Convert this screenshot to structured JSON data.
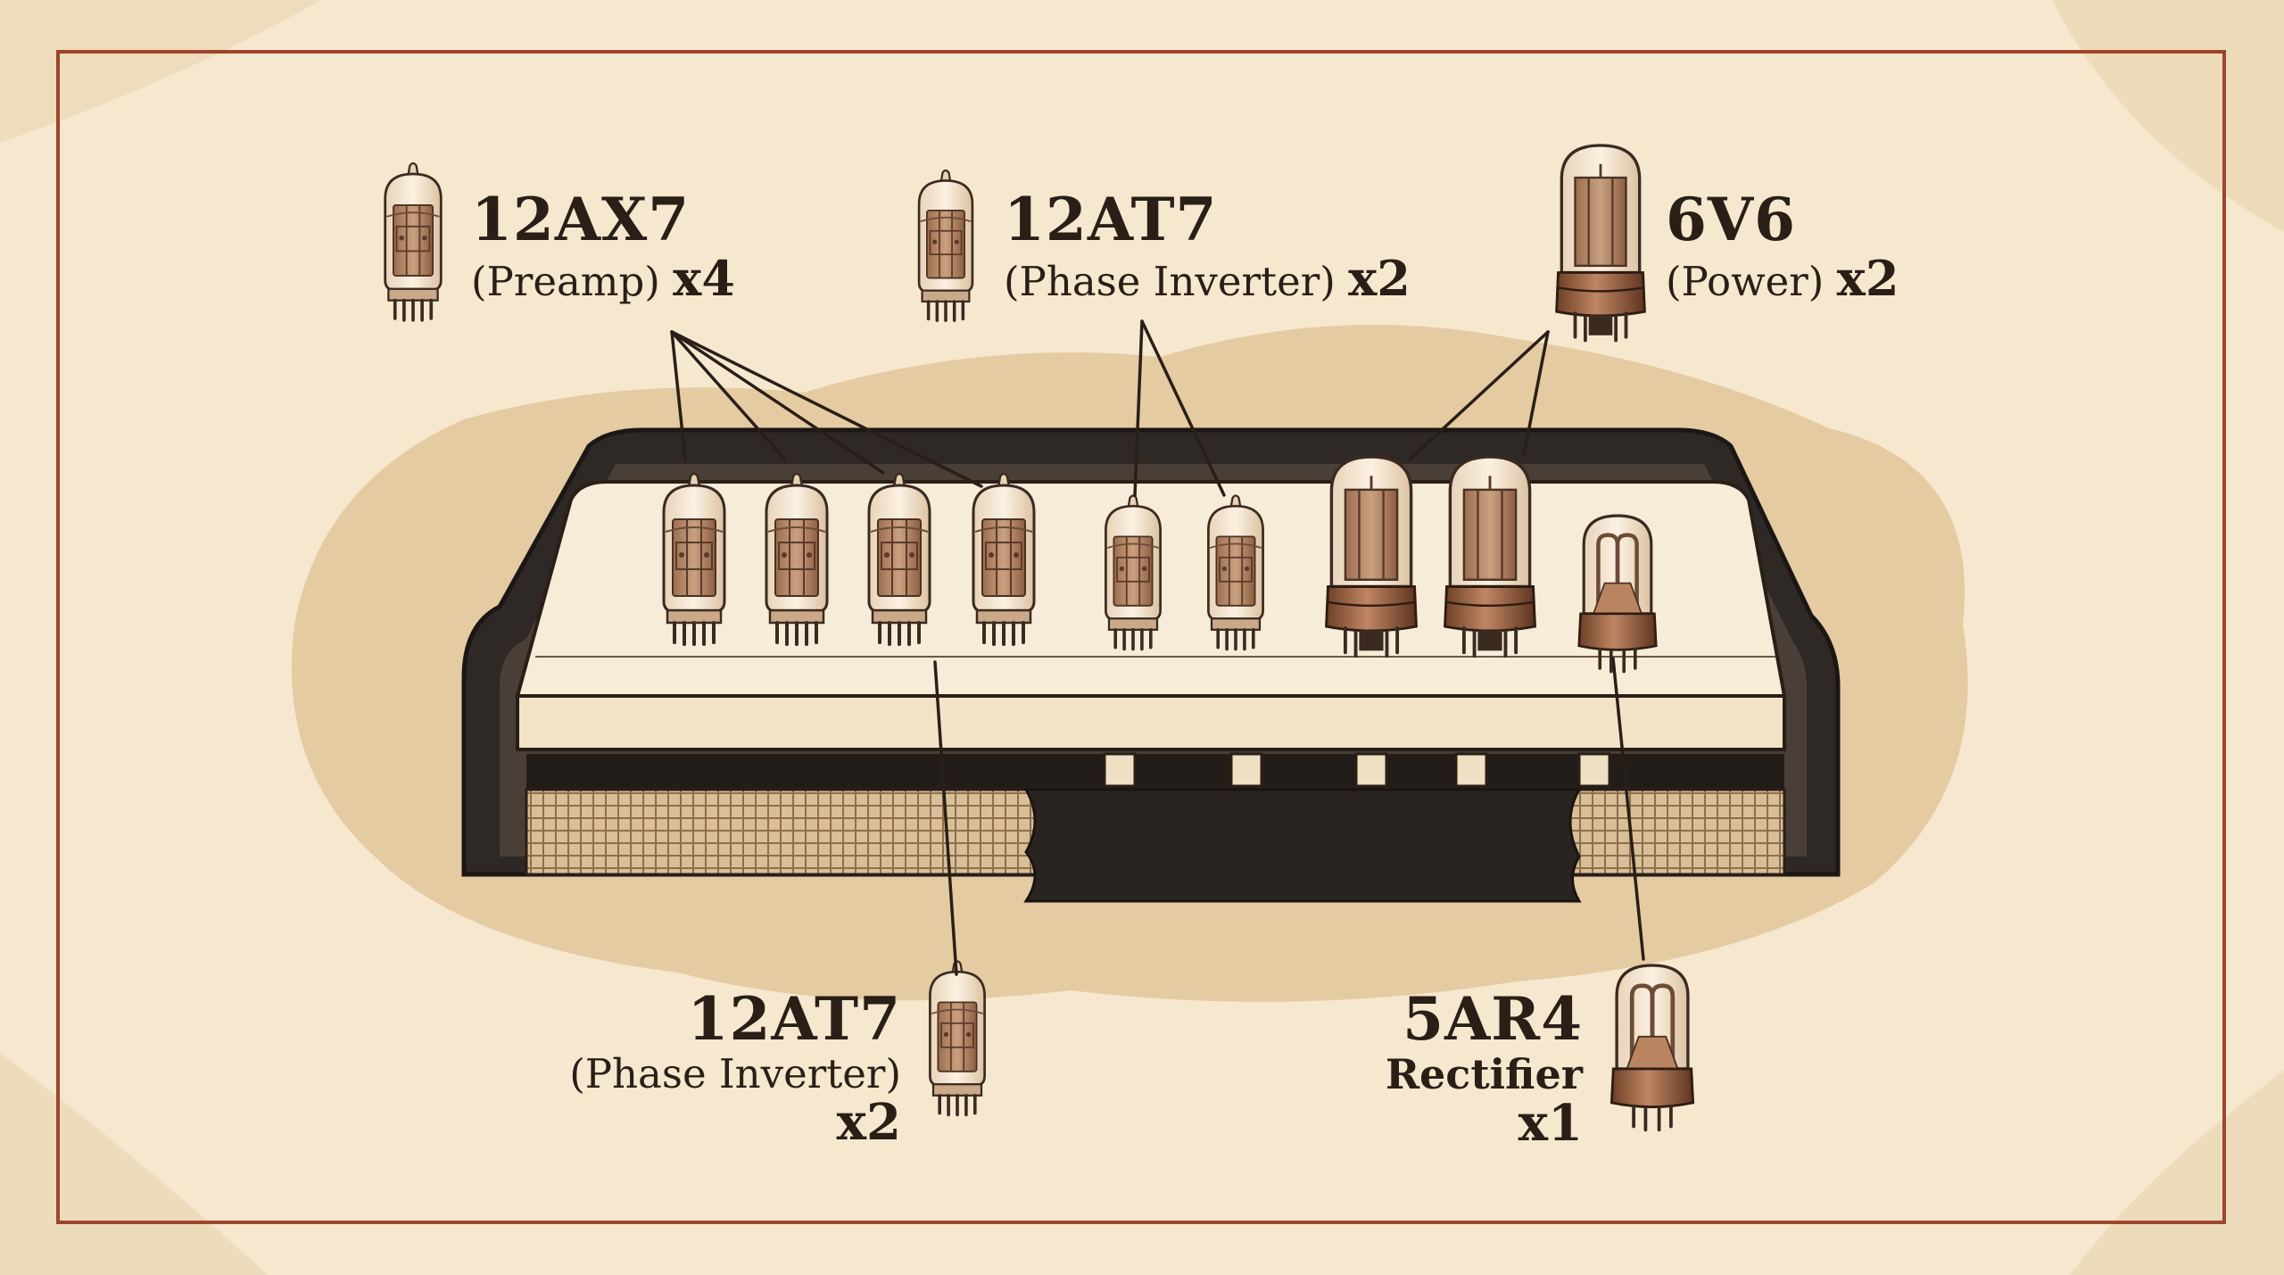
{
  "colors": {
    "paper": "#f5e8cf",
    "frame": "#a0442c",
    "ink": "#2a1f17",
    "stain": "#ddbf8e",
    "chassis": "#2f2925",
    "top_panel": "#f6ecd7",
    "glass": "#f1e2cc",
    "copper": "#9b5d3e",
    "grille": "#c7a985"
  },
  "labels": {
    "preamp": {
      "model": "12AX7",
      "role": "(Preamp)",
      "qty": "x4"
    },
    "phase_top": {
      "model": "12AT7",
      "role": "(Phase Inverter)",
      "qty": "x2"
    },
    "power": {
      "model": "6V6",
      "role": "(Power)",
      "qty": "x2"
    },
    "phase_bottom": {
      "model": "12AT7",
      "role": "(Phase Inverter)",
      "qty": "x2"
    },
    "rectifier": {
      "model": "5AR4",
      "role": "Rectifier",
      "qty": "x1"
    }
  }
}
